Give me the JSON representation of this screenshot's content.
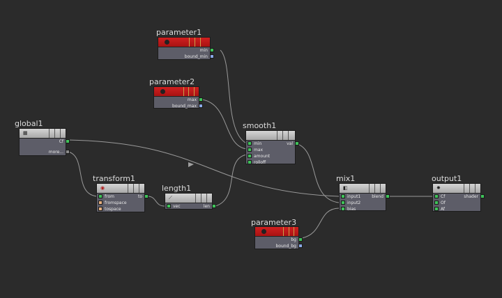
{
  "nodes": {
    "parameter1": {
      "title": "parameter1",
      "outputs": [
        "min",
        "bound_min"
      ]
    },
    "parameter2": {
      "title": "parameter2",
      "outputs": [
        "max",
        "bound_max"
      ]
    },
    "parameter3": {
      "title": "parameter3",
      "outputs": [
        "bg",
        "bound_bg"
      ]
    },
    "global1": {
      "title": "global1",
      "outputs": [
        "Cf",
        "more..."
      ]
    },
    "transform1": {
      "title": "transform1",
      "inputs": [
        "from",
        "fromspace",
        "tospace"
      ],
      "outputs": [
        "to"
      ]
    },
    "length1": {
      "title": "length1",
      "inputs": [
        "vec"
      ],
      "outputs": [
        "len"
      ]
    },
    "smooth1": {
      "title": "smooth1",
      "inputs": [
        "min",
        "max",
        "amount",
        "rolloff"
      ],
      "outputs": [
        "val"
      ]
    },
    "mix1": {
      "title": "mix1",
      "inputs": [
        "input1",
        "input2",
        "bias"
      ],
      "outputs": [
        "blend"
      ]
    },
    "output1": {
      "title": "output1",
      "inputs": [
        "Cf",
        "Of",
        "Af"
      ],
      "outputs": [
        "shader"
      ]
    }
  },
  "colors": {
    "background": "#2b2b2b",
    "node_body": "#5d5d68",
    "param_header": "#c81818",
    "header": "#c4c4c4",
    "port_float": "#3fc35a",
    "port_vector": "#7ad6d6",
    "wire": "#9a9a9a"
  }
}
